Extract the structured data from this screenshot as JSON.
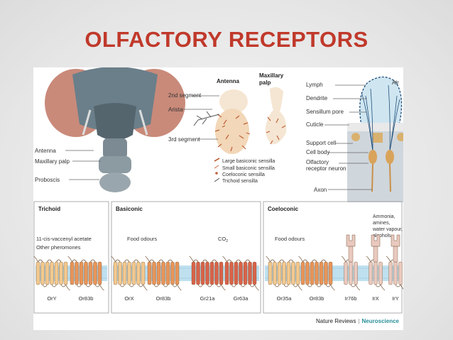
{
  "title": "OLFACTORY RECEPTORS",
  "head_labels": [
    "Antenna",
    "Maxillary palp",
    "Proboscis"
  ],
  "antenna_panel": {
    "antenna_title": "Antenna",
    "palp_title_1": "Maxillary",
    "palp_title_2": "palp",
    "left_labels": [
      "2nd segment",
      "Arista",
      "3rd segment"
    ],
    "legend": [
      "Large basiconic sensilla",
      "Small basiconic sensilla",
      "Coeloconic sensilla",
      "Trichoid sensilla"
    ]
  },
  "sensillum": {
    "air": "Air",
    "labels": [
      "Lymph",
      "Dendrite",
      "Sensillum pore",
      "Cuticle",
      "Support cell",
      "Cell body",
      "Olfactory",
      "receptor neuron",
      "Axon"
    ]
  },
  "panels": {
    "trichoid": {
      "title": "Trichoid",
      "ligands": [
        "11-cis-vaccenyl acetate",
        "Other pheromones"
      ],
      "receptors": [
        "OrY",
        "Or83b"
      ]
    },
    "basiconic": {
      "title": "Basiconic",
      "ligand_left": "Food odours",
      "ligand_right": "CO",
      "ligand_right_sub": "2",
      "receptors": [
        "OrX",
        "Or83b",
        "Gr21a",
        "Gr63a"
      ]
    },
    "coeloconic": {
      "title": "Coeloconic",
      "ligand_left": "Food odours",
      "ligand_right": [
        "Ammonia,",
        "amines,",
        "water vapour,",
        "alcohols"
      ],
      "receptors": [
        "Or35a",
        "Or83b",
        "Ir76b",
        "IrX",
        "IrY"
      ]
    }
  },
  "credit": {
    "journal": "Nature Reviews",
    "separator": "|",
    "section": "Neuroscience"
  },
  "colors": {
    "title": "#c0392b",
    "or_receptor": "#f3c98f",
    "or83b": "#e8955a",
    "gr_receptor": "#d8634a",
    "ir_receptor": "#e9c9bf",
    "membrane": "#bfe0ef",
    "brand": "#2a8f9a"
  }
}
